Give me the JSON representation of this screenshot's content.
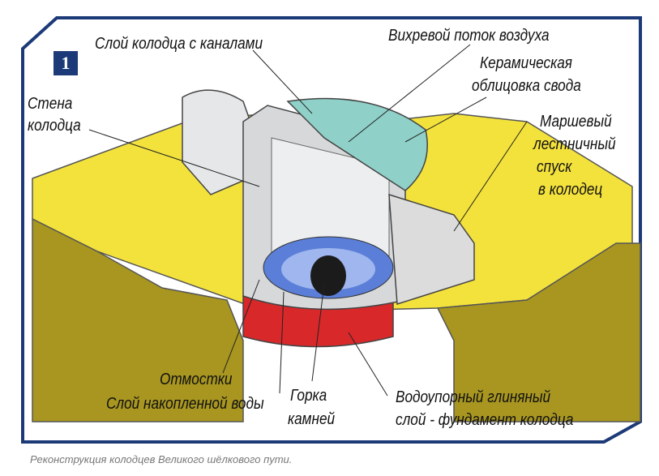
{
  "figure": {
    "number": "1",
    "labels": {
      "channels_layer": "Слой колодца с каналами",
      "vortex": "Вихревой поток воздуха",
      "ceramic_1": "Керамическая",
      "ceramic_2": "облицовка свода",
      "wall_1": "Стена",
      "wall_2": "колодца",
      "stairs_1": "Маршевый",
      "stairs_2": "лестничный",
      "stairs_3": "спуск",
      "stairs_4": "в колодец",
      "otmostki": "Отмостки",
      "water_layer": "Слой накопленной воды",
      "stones_1": "Горка",
      "stones_2": "камней",
      "clay_1": "Водоупорный глиняный",
      "clay_2": "слой - фундамент колодца"
    },
    "colors": {
      "frame": "#1d3a78",
      "ground_top": "#f4e23c",
      "ground_side": "#a89620",
      "foundation": "#d8282a",
      "ceramic": "#8fd0c8",
      "water": "#5b7fd8",
      "structure": "#d6d8da"
    }
  },
  "caption": "Реконструкция колодцев Великого шёлкового пути."
}
